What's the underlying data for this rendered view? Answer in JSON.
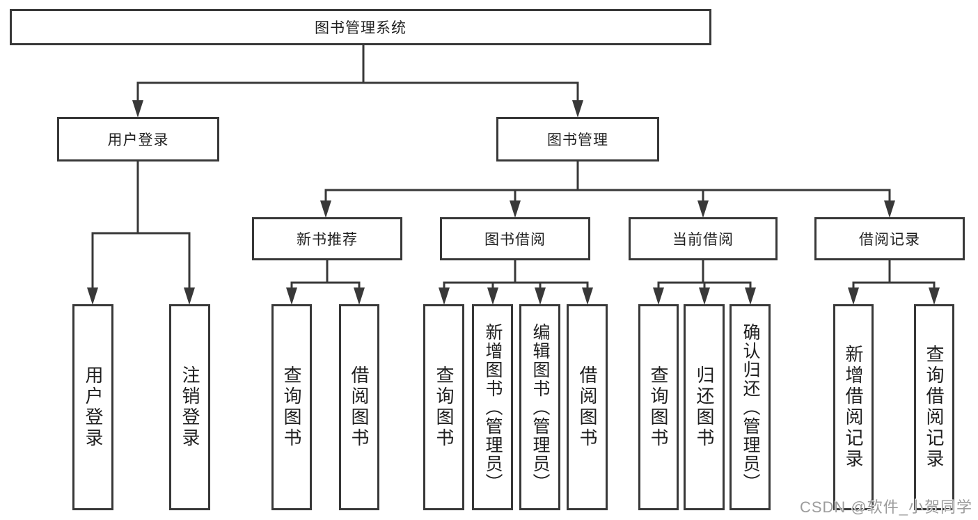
{
  "diagram": {
    "root": "图书管理系统",
    "level2": [
      "用户登录",
      "图书管理"
    ],
    "level3": [
      "新书推荐",
      "图书借阅",
      "当前借阅",
      "借阅记录"
    ],
    "leaves": [
      "用户登录",
      "注销登录",
      "查询图书",
      "借阅图书",
      "查询图书",
      "新增图书（管理员）",
      "编辑图书（管理员）",
      "借阅图书",
      "查询图书",
      "归还图书",
      "确认归还（管理员）",
      "新增借阅记录",
      "查询借阅记录"
    ],
    "watermark": "CSDN @软件_小贺同学",
    "colors": {
      "line": "#383838",
      "text": "#1f1f1f",
      "watermark": "#9c9c9c",
      "background": "#ffffff"
    }
  }
}
